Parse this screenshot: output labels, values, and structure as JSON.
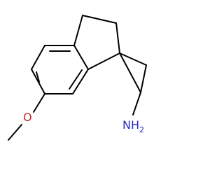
{
  "molecule": {
    "atom_labels": {
      "oxygen": "O",
      "amine": "NH",
      "amine_subscript": "2"
    },
    "colors": {
      "bond": "#000000",
      "oxygen": "#c82828",
      "nitrogen": "#2828c8",
      "background": "#ffffff"
    }
  }
}
